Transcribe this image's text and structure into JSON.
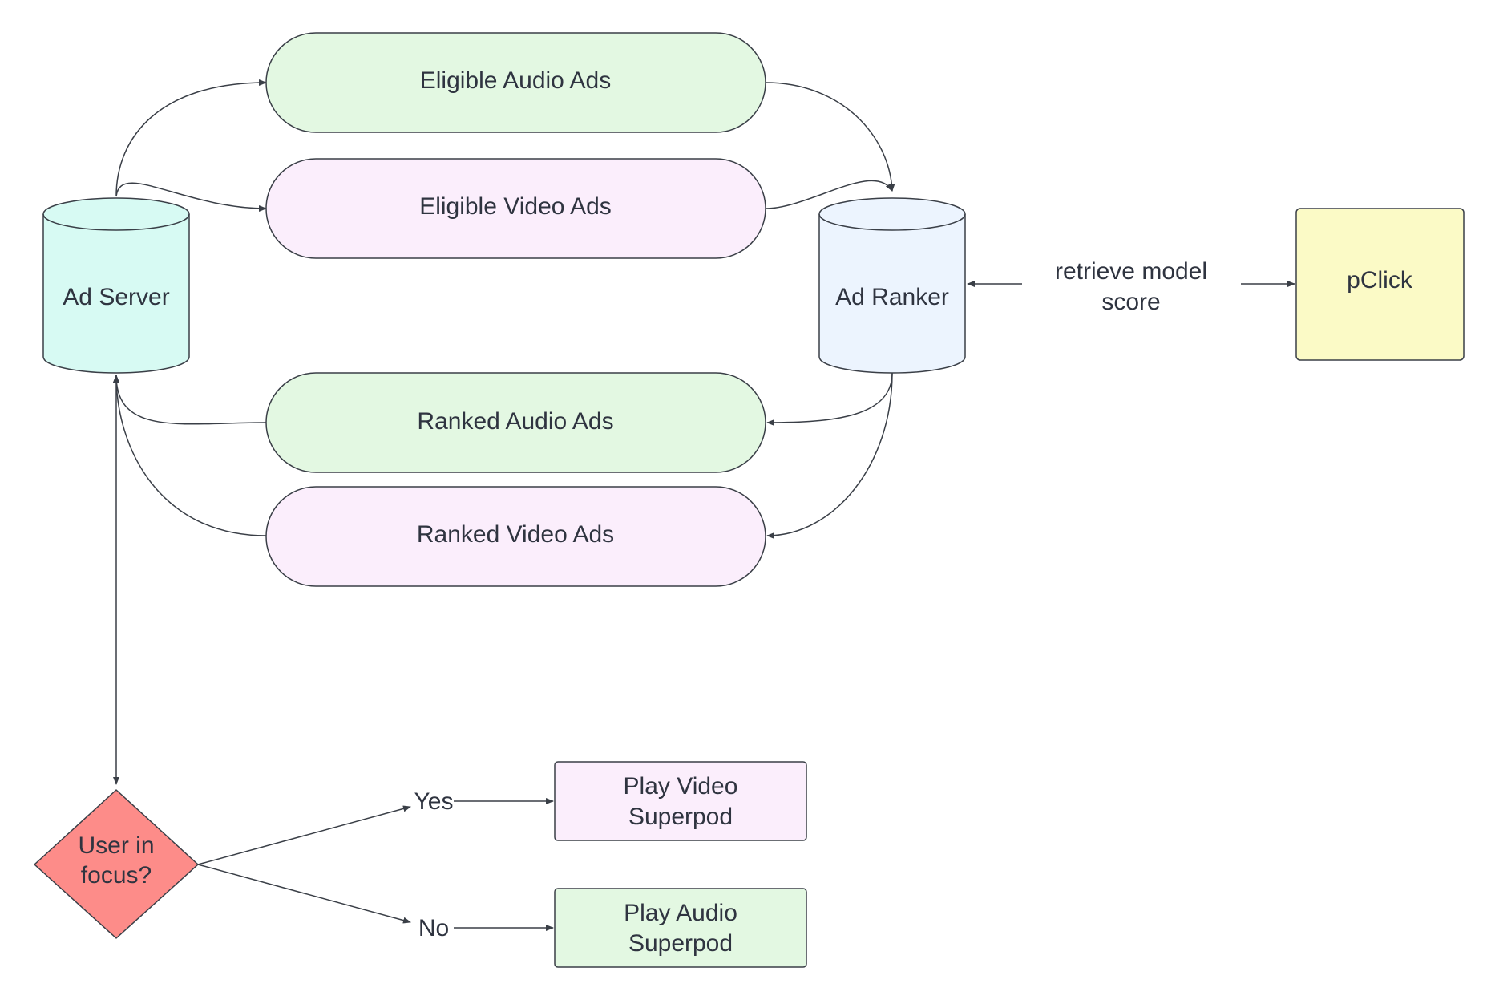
{
  "colors": {
    "green_fill": "#e3f8e2",
    "lavender_fill": "#fbeefc",
    "ad_server_fill": "#d7faf3",
    "ad_ranker_fill": "#ecf4fe",
    "pclick_fill": "#fbfac6",
    "decision_fill": "#fd8c89",
    "stroke": "#3a3f47",
    "text": "#2f3440"
  },
  "nodes": {
    "ad_server": "Ad Server",
    "ad_ranker": "Ad Ranker",
    "eligible_audio": "Eligible Audio Ads",
    "eligible_video": "Eligible Video Ads",
    "ranked_audio": "Ranked Audio Ads",
    "ranked_video": "Ranked Video Ads",
    "pclick": "pClick",
    "decision": [
      "User in",
      "focus?"
    ],
    "play_video": [
      "Play Video",
      "Superpod"
    ],
    "play_audio": [
      "Play Audio",
      "Superpod"
    ]
  },
  "edge_labels": {
    "retrieve": [
      "retrieve model",
      "score"
    ],
    "yes": "Yes",
    "no": "No"
  },
  "icons": {
    "ad_server": "database-cylinder",
    "ad_ranker": "database-cylinder",
    "decision": "diamond"
  }
}
